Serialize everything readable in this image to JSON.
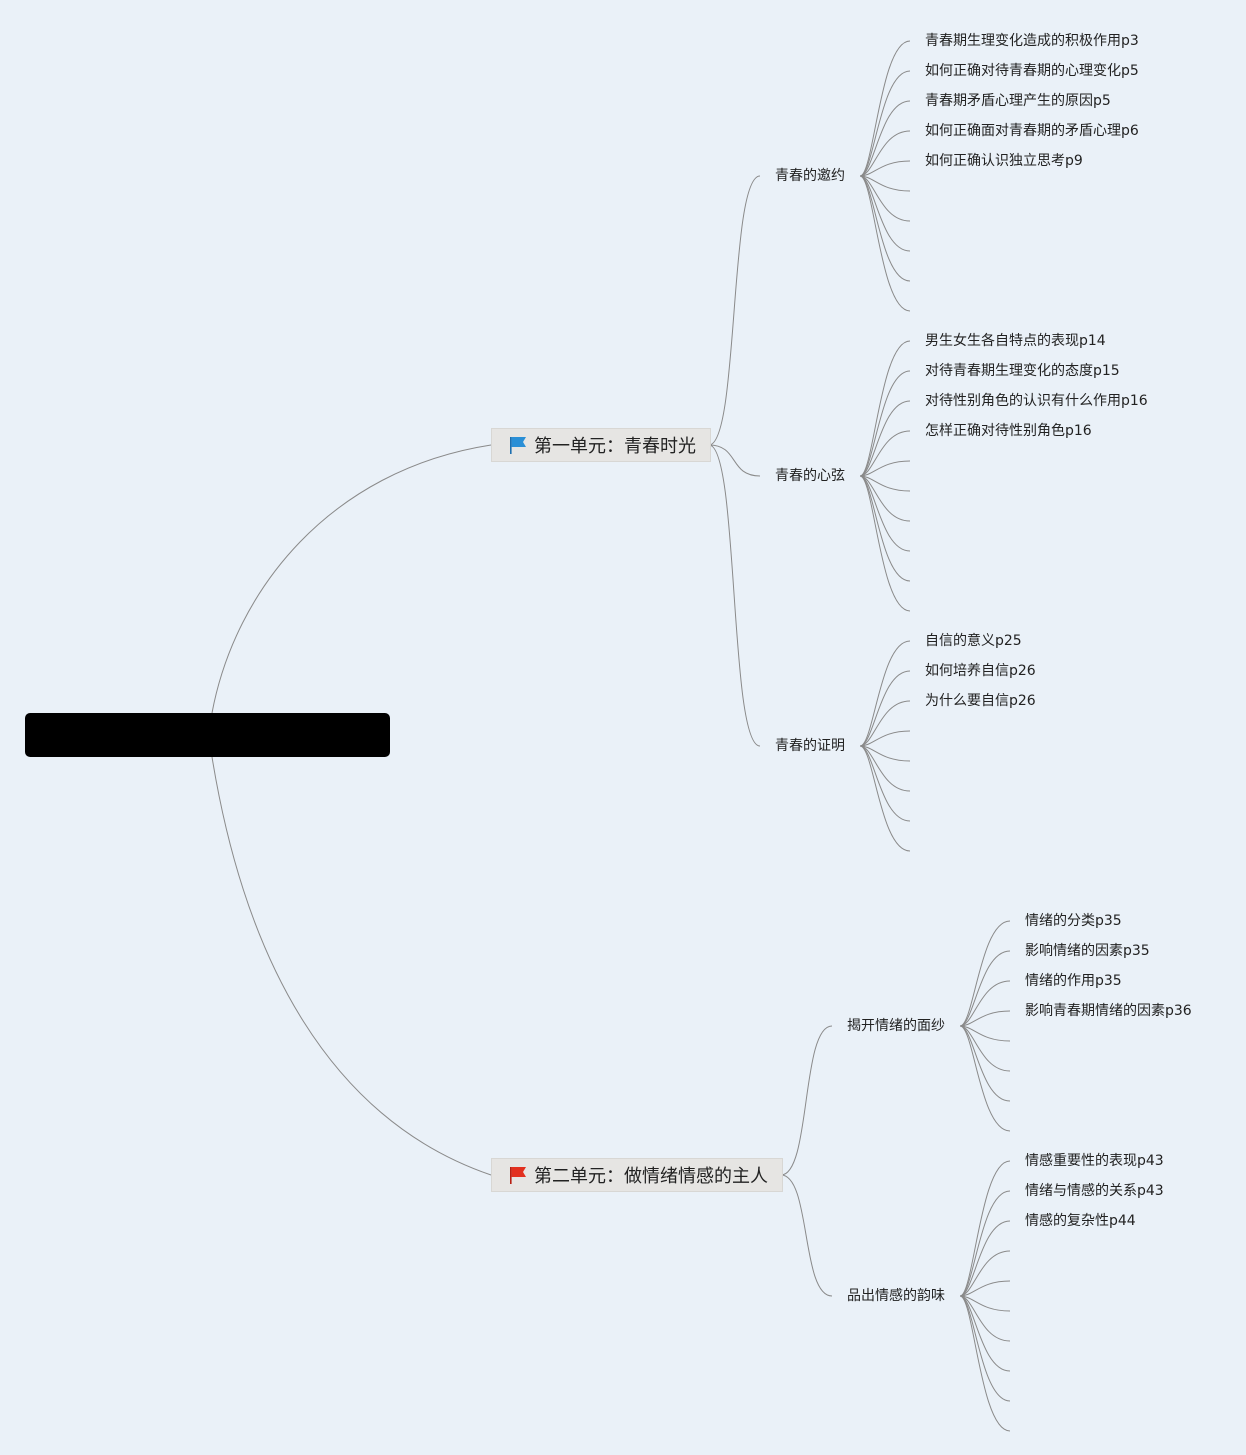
{
  "root": {
    "label": ""
  },
  "units": [
    {
      "label": "第一单元：青春时光",
      "flag_color": "#2a8fd6",
      "icon": "blue-flag-icon",
      "lessons": [
        {
          "label": "青春的邀约",
          "points": [
            "青春期生理变化造成的积极作用p3",
            "如何正确对待青春期的心理变化p5",
            "青春期矛盾心理产生的原因p5",
            "如何正确面对青春期的矛盾心理p6",
            "如何正确认识独立思考p9"
          ],
          "empty_slots": 5
        },
        {
          "label": "青春的心弦",
          "points": [
            "男生女生各自特点的表现p14",
            "对待青春期生理变化的态度p15",
            "对待性别角色的认识有什么作用p16",
            "怎样正确对待性别角色p16"
          ],
          "empty_slots": 6
        },
        {
          "label": "青春的证明",
          "points": [
            "自信的意义p25",
            "如何培养自信p26",
            "为什么要自信p26"
          ],
          "empty_slots": 5
        }
      ]
    },
    {
      "label": "第二单元：做情绪情感的主人",
      "flag_color": "#e2301f",
      "icon": "red-flag-icon",
      "lessons": [
        {
          "label": "揭开情绪的面纱",
          "points": [
            "情绪的分类p35",
            "影响情绪的因素p35",
            "情绪的作用p35",
            "影响青春期情绪的因素p36"
          ],
          "empty_slots": 4
        },
        {
          "label": "品出情感的韵味",
          "points": [
            "情感重要性的表现p43",
            "情绪与情感的关系p43",
            "情感的复杂性p44"
          ],
          "empty_slots": 7
        }
      ]
    }
  ]
}
